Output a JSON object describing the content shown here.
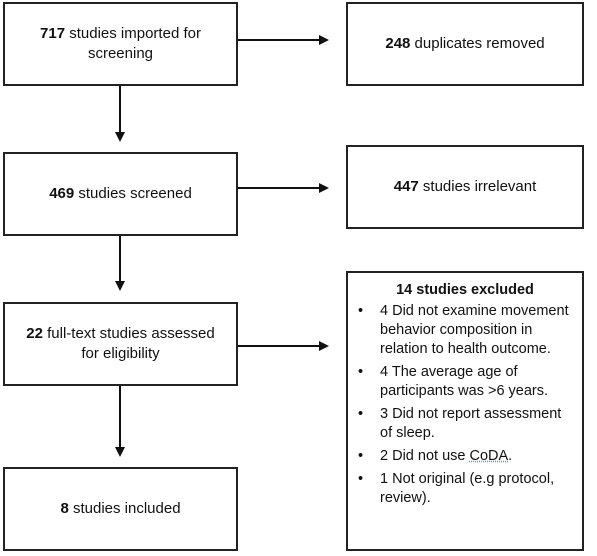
{
  "boxes": {
    "imported": {
      "count": "717",
      "text": " studies imported for screening"
    },
    "duplicates": {
      "count": "248",
      "text": " duplicates removed"
    },
    "screened": {
      "count": "469",
      "text": " studies screened"
    },
    "irrelevant": {
      "count": "447",
      "text": " studies irrelevant"
    },
    "fulltext": {
      "count": "22",
      "text": " full-text studies assessed for eligibility"
    },
    "included": {
      "count": "8",
      "text": " studies included"
    }
  },
  "excluded": {
    "title": "14 studies excluded",
    "items": [
      "4 Did not examine movement behavior composition in relation to health outcome.",
      "4 The average age of participants was >6 years.",
      "3 Did not report assessment of sleep.",
      "2 Did not use ",
      "CoDA",
      ".",
      "1 Not original (e.g protocol, review)."
    ]
  },
  "colors": {
    "line": "#111111",
    "border": "#222222",
    "background": "#ffffff"
  }
}
